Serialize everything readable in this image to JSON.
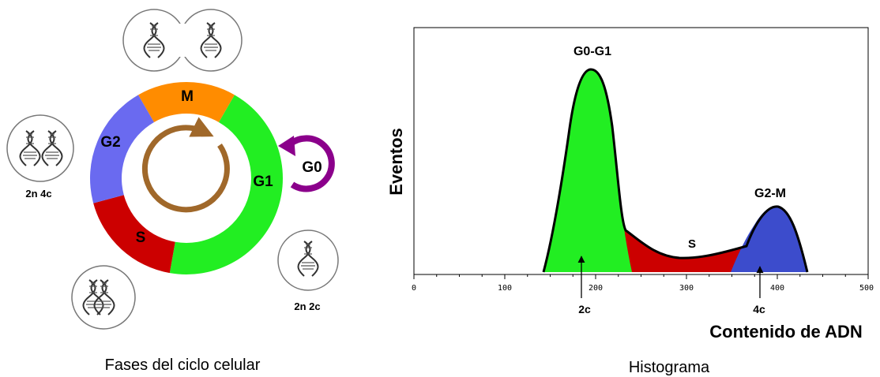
{
  "cycle": {
    "caption": "Fases del ciclo celular",
    "phases": [
      {
        "label": "M",
        "color": "#ff8c00"
      },
      {
        "label": "G1",
        "color": "#22ee22"
      },
      {
        "label": "S",
        "color": "#cc0000"
      },
      {
        "label": "G2",
        "color": "#6a6af0"
      }
    ],
    "g0_label": "G0",
    "g0_color": "#8b008b",
    "arrow_color": "#a0682a",
    "cells": [
      {
        "label": "",
        "chromosomes": 1,
        "position": "top-dividing"
      },
      {
        "label": "2n 4c",
        "chromosomes": 2,
        "position": "left"
      },
      {
        "label": "2n 2c",
        "chromosomes": 1,
        "position": "right"
      },
      {
        "label": "",
        "chromosomes": 2,
        "position": "bottom"
      }
    ]
  },
  "histogram": {
    "caption": "Histograma",
    "ylabel": "Eventos",
    "xlabel": "Contenido de ADN",
    "x_ticks": [
      "0",
      "100",
      "200",
      "300",
      "400",
      "500"
    ],
    "peaks": {
      "g0g1": {
        "label": "G0-G1",
        "color": "#22ee22"
      },
      "s": {
        "label": "S",
        "color": "#cc0000"
      },
      "g2m": {
        "label": "G2-M",
        "color": "#3c4ccc"
      }
    },
    "markers": [
      {
        "label": "2c",
        "x": 200
      },
      {
        "label": "4c",
        "x": 400
      }
    ]
  }
}
